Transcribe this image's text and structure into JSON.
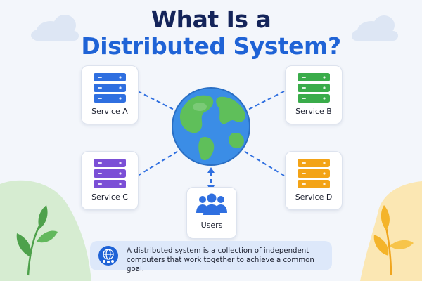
{
  "title": {
    "line1": "What Is a",
    "line2": "Distributed System?"
  },
  "nodes": [
    {
      "label": "Service A",
      "color": "#2f6fe0"
    },
    {
      "label": "Service B",
      "color": "#3aac4a"
    },
    {
      "label": "Service C",
      "color": "#7b4fd6"
    },
    {
      "label": "Service D",
      "color": "#f3a316"
    }
  ],
  "users": {
    "label": "Users",
    "color": "#2f6fe0"
  },
  "caption": "A distributed system is a collection of independent computers that work together to achieve a common goal.",
  "colors": {
    "title_dark": "#14245a",
    "title_blue": "#1f63d6",
    "connector": "#2f6fe0",
    "globe_ocean": "#3b8de6",
    "globe_land": "#5fbf5a"
  },
  "icons": [
    "server-icon",
    "globe-icon",
    "users-icon",
    "network-info-icon",
    "cloud-icon",
    "leaf-icon"
  ]
}
